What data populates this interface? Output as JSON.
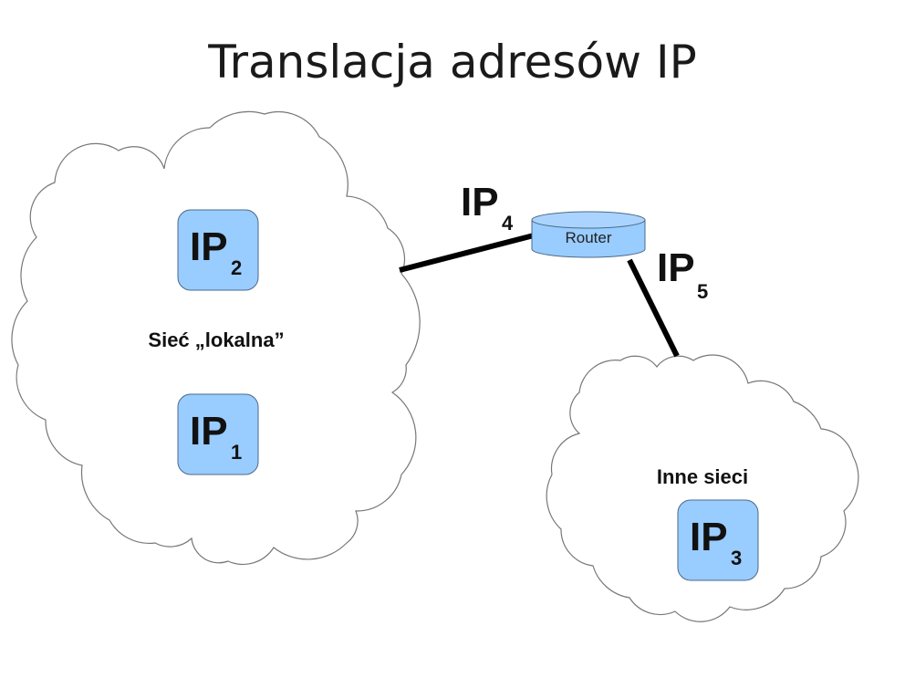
{
  "title": "Translacja adresów IP",
  "colors": {
    "node_fill": "#99ccff",
    "node_stroke": "#4d6a8a",
    "link": "#000000",
    "cloud_stroke": "#777777"
  },
  "local_network": {
    "label": "Sieć „lokalna”",
    "hosts": [
      {
        "prefix": "IP",
        "sub": "2"
      },
      {
        "prefix": "IP",
        "sub": "1"
      }
    ]
  },
  "other_networks": {
    "label": "Inne sieci",
    "hosts": [
      {
        "prefix": "IP",
        "sub": "3"
      }
    ]
  },
  "router": {
    "label": "Router"
  },
  "links": [
    {
      "prefix": "IP",
      "sub": "4"
    },
    {
      "prefix": "IP",
      "sub": "5"
    }
  ]
}
